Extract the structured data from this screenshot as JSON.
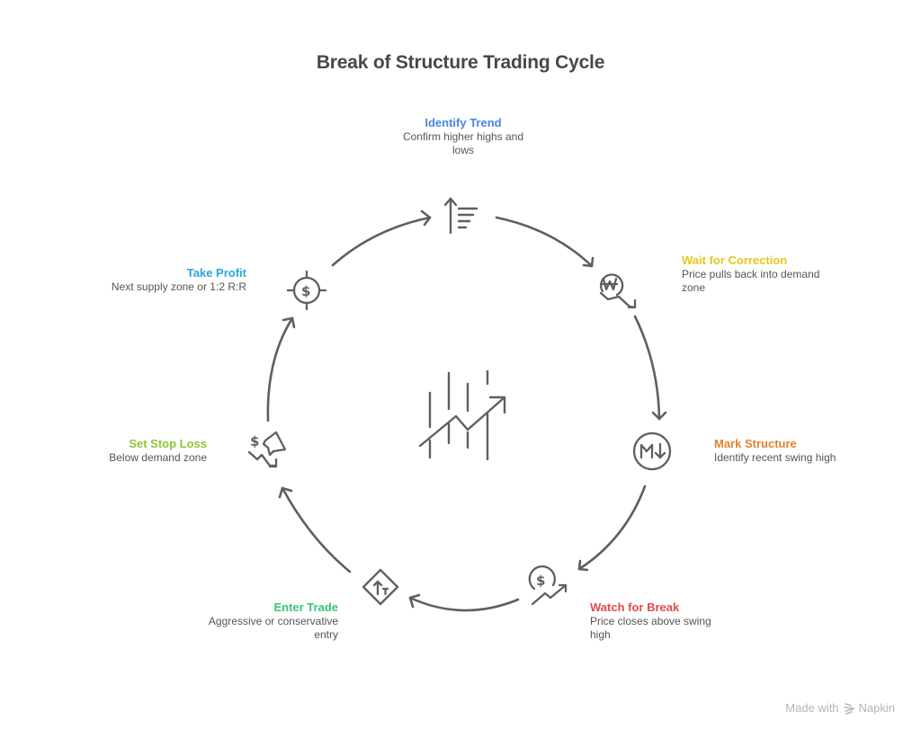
{
  "title": "Break of Structure Trading Cycle",
  "center_icon": "rising-chart-icon",
  "steps": [
    {
      "id": "identify-trend",
      "title": "Identify Trend",
      "description": "Confirm higher highs and lows",
      "color": "#4a86e0",
      "icon": "sort-ascending-icon"
    },
    {
      "id": "wait-for-correction",
      "title": "Wait for Correction",
      "description": "Price pulls back into demand zone",
      "color": "#e5c81a",
      "icon": "won-currency-down-icon"
    },
    {
      "id": "mark-structure",
      "title": "Mark Structure",
      "description": "Identify recent swing high",
      "color": "#e0812f",
      "icon": "markdown-circle-icon"
    },
    {
      "id": "watch-for-break",
      "title": "Watch for Break",
      "description": "Price closes above swing high",
      "color": "#e04c4c",
      "icon": "dollar-trend-up-icon"
    },
    {
      "id": "enter-trade",
      "title": "Enter Trade",
      "description": "Aggressive or conservative entry",
      "color": "#36c57a",
      "icon": "direction-sign-icon"
    },
    {
      "id": "set-stop-loss",
      "title": "Set Stop Loss",
      "description": "Below demand zone",
      "color": "#8cc43a",
      "icon": "money-loss-icon"
    },
    {
      "id": "take-profit",
      "title": "Take Profit",
      "description": "Next supply zone or 1:2 R:R",
      "color": "#2aa7dc",
      "icon": "dollar-target-icon"
    }
  ],
  "footer": {
    "made_with": "Made with",
    "brand": "Napkin"
  }
}
